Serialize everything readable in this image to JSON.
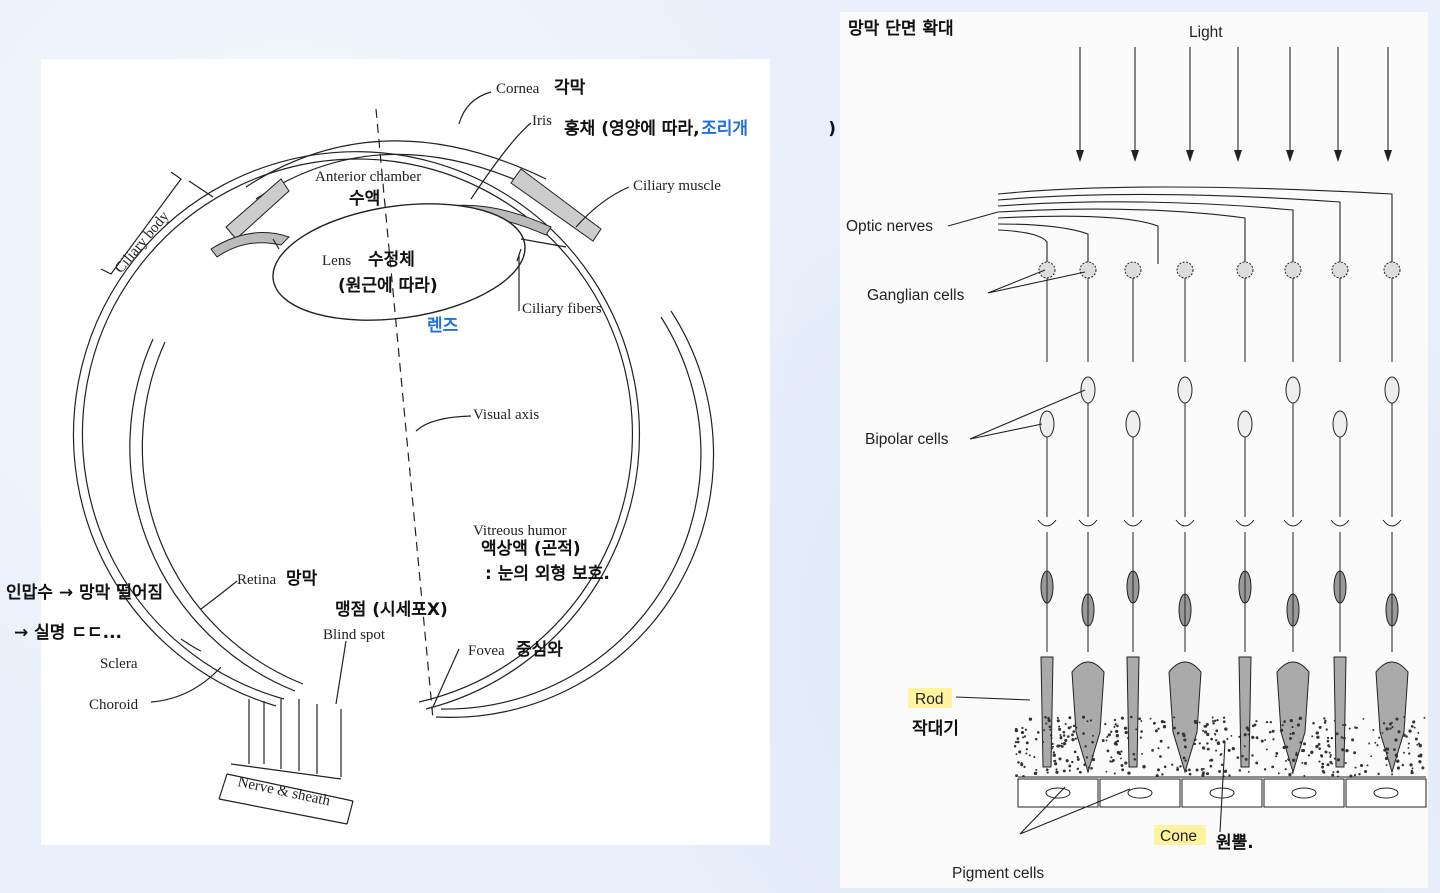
{
  "eye_diagram": {
    "labels": {
      "cornea": "Cornea",
      "iris": "Iris",
      "anterior_chamber": "Anterior chamber",
      "ciliary_muscle": "Ciliary muscle",
      "ciliary_body": "Ciliary body",
      "lens": "Lens",
      "ciliary_fibers": "Ciliary fibers",
      "visual_axis": "Visual axis",
      "vitreous_humor": "Vitreous humor",
      "retina": "Retina",
      "blind_spot": "Blind spot",
      "fovea": "Fovea",
      "sclera": "Sclera",
      "choroid": "Choroid",
      "nerve_sheath": "Nerve & sheath"
    },
    "notes": {
      "cornea": "각막",
      "iris": "홍채 (영양에 따라,",
      "iris_highlight": "조리개",
      "iris_close": ")",
      "anterior_chamber": "수액",
      "lens_line1": "수정체",
      "lens_line2": "(원근에 따라)",
      "lens_highlight": "렌즈",
      "vitreous_line1": "액상액 (곤적)",
      "vitreous_line2": ": 눈의 외형 보호.",
      "retina": "망막",
      "blind_spot": "맹점 (시세포X)",
      "fovea": "중심와",
      "side_line1": "인맙수 → 망막 떨어짐",
      "side_line2": "→ 실명 ㄷㄷ..."
    }
  },
  "retina_diagram": {
    "heading": "망막 단면 확대",
    "labels": {
      "light": "Light",
      "optic_nerves": "Optic nerves",
      "ganglion_cells": "Ganglian cells",
      "bipolar_cells": "Bipolar cells",
      "rod": "Rod",
      "cone": "Cone",
      "pigment_cells": "Pigment cells"
    },
    "notes": {
      "rod": "작대기",
      "cone": "원뿔."
    },
    "highlight_color": "#fff3a0"
  }
}
